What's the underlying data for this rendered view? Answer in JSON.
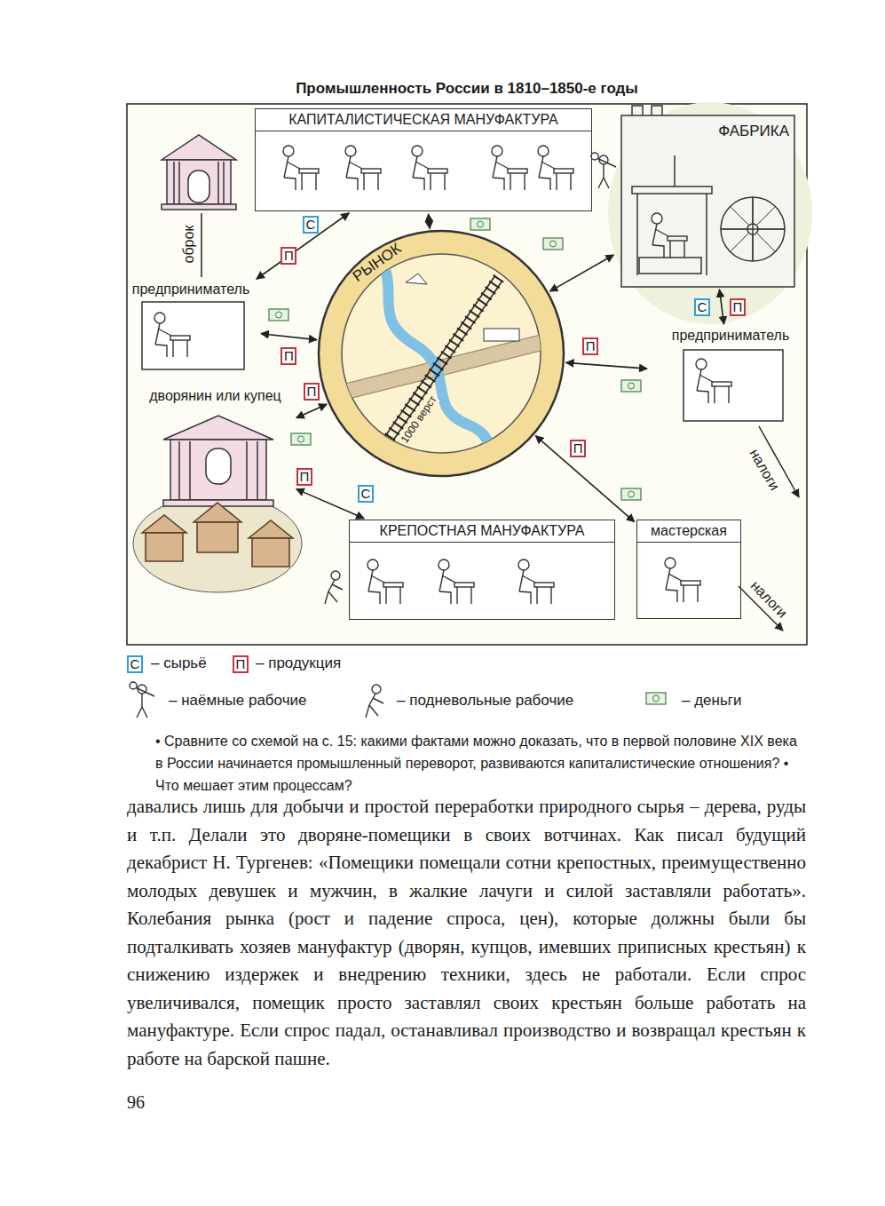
{
  "diagram": {
    "title": "Промышленность России в 1810–1850-е годы",
    "caption": "• Сравните со схемой на с. 15: какими фактами можно доказать, что в первой половине XIX века в России начинается промышленный переворот, развиваются капиталистические отношения? • Что мешает этим процессам?",
    "nodes": [
      {
        "text": [
          "КАПИТАЛИСТИЧЕСКАЯ МАНУФАКТУРА"
        ]
      },
      {
        "text": [
          "ФАБРИКА"
        ]
      },
      {
        "text": [
          "предприниматель"
        ]
      },
      {
        "text": [
          "РЫНОК",
          "1000 верст"
        ]
      },
      {
        "text": [
          "предприниматель"
        ]
      },
      {
        "text": [
          "дворянин или купец"
        ]
      },
      {
        "text": [
          "КРЕПОСТНАЯ МАНУФАКТУРА"
        ]
      },
      {
        "text": [
          "мастерская"
        ]
      }
    ],
    "edges": [
      {
        "from": 2,
        "to": 0,
        "arrow": "both",
        "label": "П"
      },
      {
        "from": 0,
        "to": 3,
        "arrow": "both"
      },
      {
        "from": 1,
        "to": 3,
        "arrow": "both"
      },
      {
        "from": 1,
        "to": 4,
        "arrow": "both",
        "label": "С"
      },
      {
        "from": 2,
        "to": 3,
        "arrow": "both",
        "label": "П"
      },
      {
        "from": 3,
        "to": 4,
        "arrow": "both",
        "label": "П"
      },
      {
        "from": 5,
        "to": 3,
        "arrow": "both",
        "label": "П"
      },
      {
        "from": 5,
        "to": 6,
        "arrow": "both",
        "label": "П"
      },
      {
        "from": 3,
        "to": 7,
        "arrow": "both",
        "label": "П"
      }
    ],
    "labels": [
      "оброк",
      "С",
      "П",
      "С",
      "налоги",
      "налоги",
      "С",
      "П",
      "давались лишь для добычи и простой переработки природного сырья – дерева, руды и т.п. Делали это дворяне-помещики в своих вотчинах. Как писал будущий декабрист Н. Тургенев: «Помещики помещали сотни крепостных, преимущественно молодых девушек и мужчин, в жалкие лачуги и силой заставляли работать». Колебания рынка (рост и падение спроса, цен), которые должны были бы подталкивать хозяев мануфактур (дворян, купцов, имевших приписных крестьян) к снижению издержек и внедрению техники, здесь не работали. Если спрос увеличивался, помещик просто заставлял своих крестьян больше работать на мануфактуре. Если спрос падал, останавливал производство и возвращал крестьян к работе на барской пашне.",
      "96"
    ],
    "legend": [
      {
        "text": "– сырьё"
      },
      {
        "text": "– продукция"
      },
      {
        "text": "– наёмные рабочие"
      },
      {
        "text": "– подневольные рабочие"
      },
      {
        "text": "– деньги"
      }
    ]
  }
}
